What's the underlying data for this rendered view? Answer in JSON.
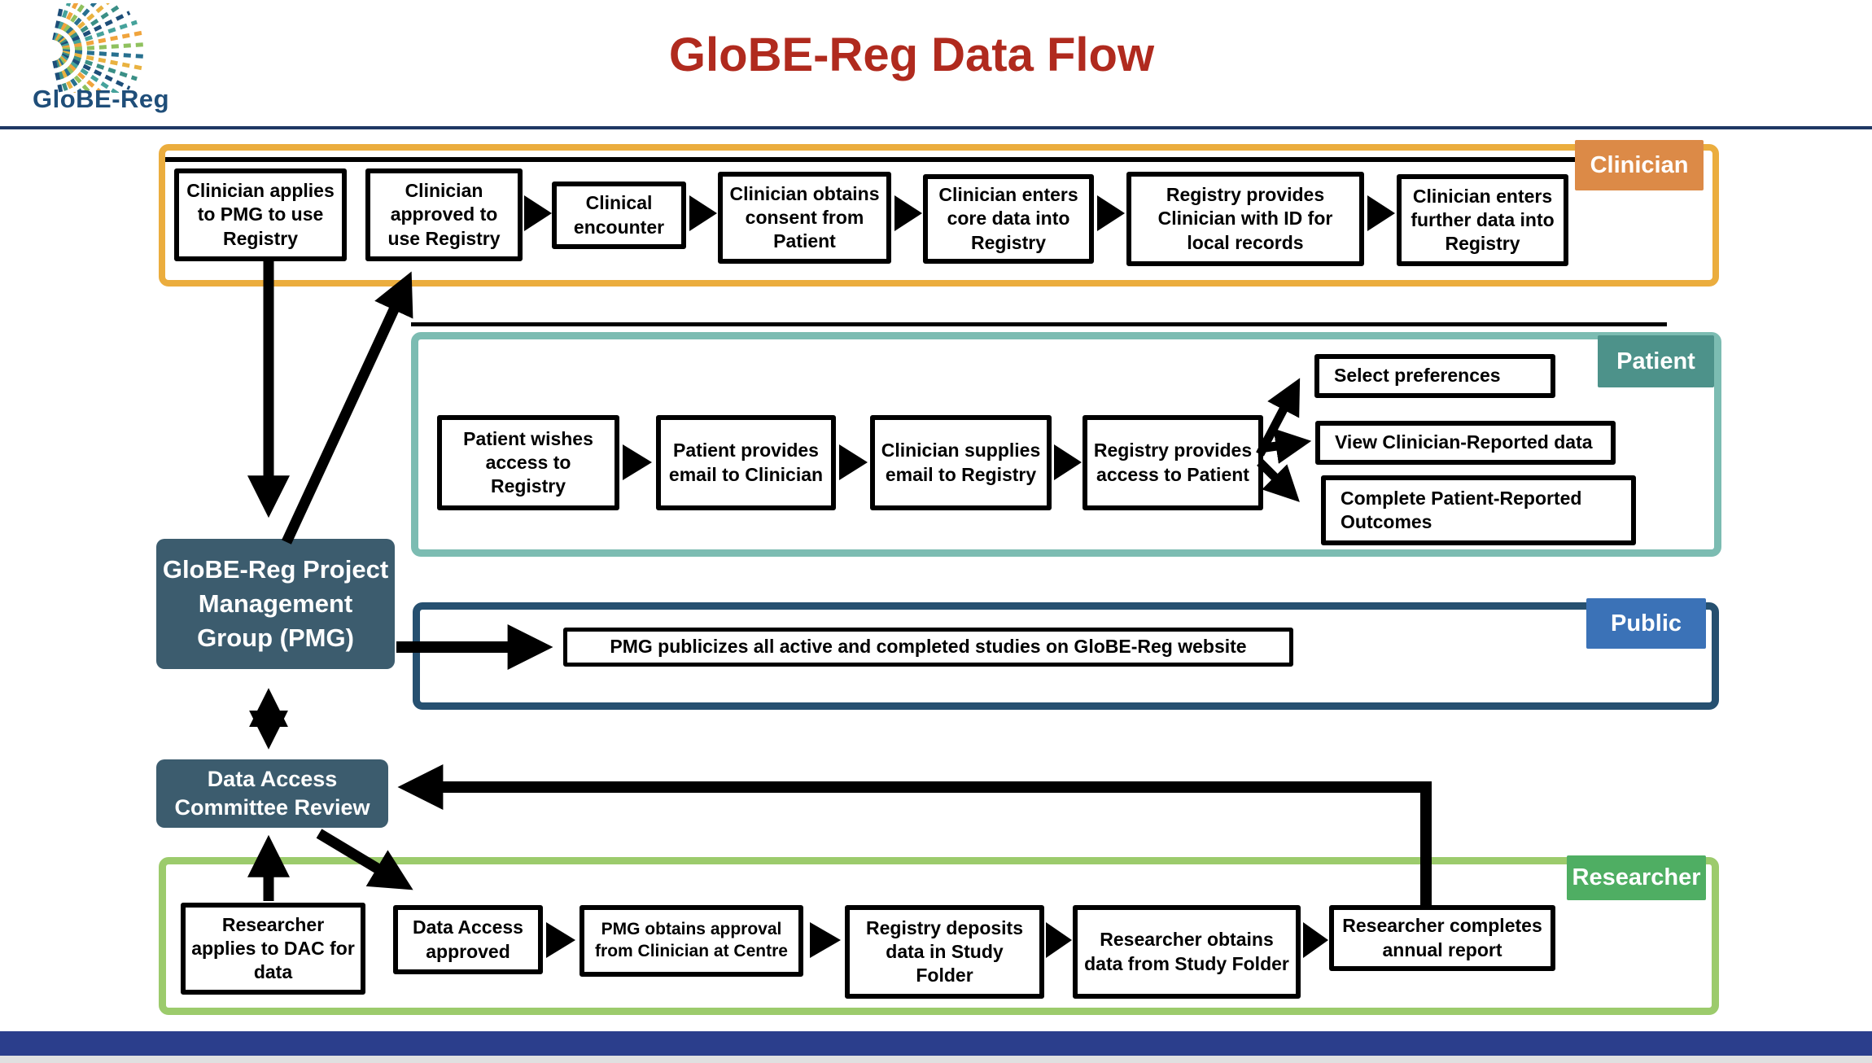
{
  "header": {
    "logo_text": "GloBE-Reg",
    "title": "GloBE-Reg Data Flow"
  },
  "lanes": {
    "clinician": {
      "label": "Clinician",
      "steps": [
        "Clinician applies to PMG to use Registry",
        "Clinician approved to use Registry",
        "Clinical encounter",
        "Clinician obtains consent from Patient",
        "Clinician enters core data into Registry",
        "Registry provides Clinician with ID for local records",
        "Clinician enters further data into Registry"
      ]
    },
    "patient": {
      "label": "Patient",
      "steps": [
        "Patient wishes access to Registry",
        "Patient provides email to Clinician",
        "Clinician supplies email to Registry",
        "Registry provides access to Patient"
      ],
      "outcomes": [
        "Select preferences",
        "View Clinician-Reported data",
        "Complete Patient-Reported Outcomes"
      ]
    },
    "public": {
      "label": "Public",
      "steps": [
        "PMG publicizes all active and completed studies on GloBE-Reg website"
      ]
    },
    "researcher": {
      "label": "Researcher",
      "steps": [
        "Researcher applies to DAC for data",
        "Data Access approved",
        "PMG obtains approval from Clinician at Centre",
        "Registry deposits data in Study Folder",
        "Researcher obtains data from Study Folder",
        "Researcher completes annual report"
      ]
    }
  },
  "nodes": {
    "pmg_lines": [
      "GloBE-Reg Project",
      "Management",
      "Group (PMG)"
    ],
    "dac_lines": [
      "Data Access",
      "Committee Review"
    ]
  },
  "colors": {
    "title_red": "#B02A1E",
    "navy_line": "#1F3864",
    "bottom_bar": "#2B3E8C",
    "bottom_strip": "#E0E0E0",
    "node_fill": "#3C5C6E",
    "logo_navy": "#1F4E79",
    "lane_clinician": "#EBAD3E",
    "tab_clinician": "#DC8A47",
    "lane_patient": "#7CBCB2",
    "tab_patient": "#4D928A",
    "lane_public": "#265070",
    "tab_public": "#3B72B7",
    "lane_researcher": "#9CCB6C",
    "tab_researcher": "#4FAE63"
  }
}
